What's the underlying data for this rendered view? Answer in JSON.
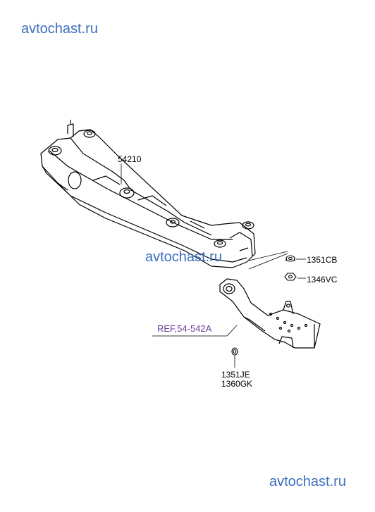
{
  "watermarks": {
    "top": "avtochast.ru",
    "middle": "avtochast.ru",
    "bottom": "avtochast.ru"
  },
  "part_labels": {
    "crossmember": "54210",
    "nut_a": "1351CB",
    "nut_b": "1346VC",
    "reference": "REF,54-542A",
    "washer_a": "1351JE",
    "washer_b": "1360GK"
  },
  "colors": {
    "watermark": "#3d6fc0",
    "reference_label": "#6a3d9a",
    "line": "#000000"
  }
}
